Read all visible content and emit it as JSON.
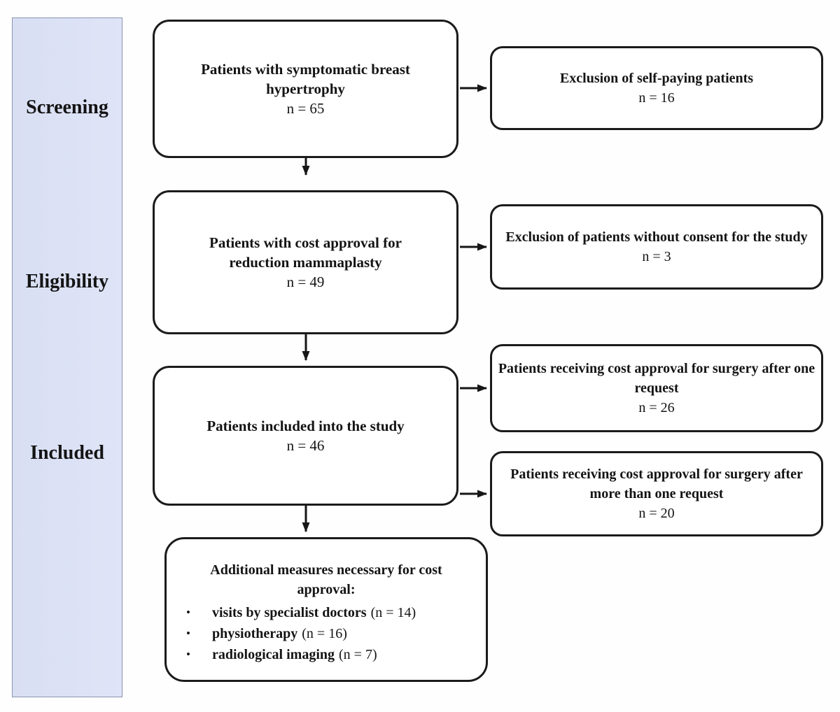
{
  "diagram": {
    "phases": [
      {
        "label": "Screening"
      },
      {
        "label": "Eligibility"
      },
      {
        "label": "Included"
      }
    ],
    "main_boxes": [
      {
        "title": "Patients with symptomatic breast hypertrophy",
        "count": "n = 65"
      },
      {
        "title": "Patients with cost approval for reduction mammaplasty",
        "count": "n = 49"
      },
      {
        "title": "Patients included into the study",
        "count": "n = 46"
      }
    ],
    "side_boxes": [
      {
        "title": "Exclusion of self-paying patients",
        "count": "n = 16"
      },
      {
        "title": "Exclusion of patients without consent for the study",
        "count": "n = 3"
      },
      {
        "title": "Patients receiving cost approval for surgery after one request",
        "count": "n = 26"
      },
      {
        "title": "Patients receiving cost approval for surgery after more than one request",
        "count": "n = 20"
      }
    ],
    "bottom_box": {
      "title": "Additional measures necessary for cost approval:",
      "bullet_glyph": "•",
      "bullets": [
        {
          "label": "visits by specialist doctors",
          "count": "(n = 14)"
        },
        {
          "label": "physiotherapy",
          "count": "(n = 16)"
        },
        {
          "label": "radiological imaging",
          "count": "(n = 7)"
        }
      ]
    },
    "colors": {
      "sidebar_fill": "#dce2f5",
      "sidebar_border": "#8a94ae",
      "box_border": "#1b1b1b",
      "text": "#141414"
    }
  }
}
